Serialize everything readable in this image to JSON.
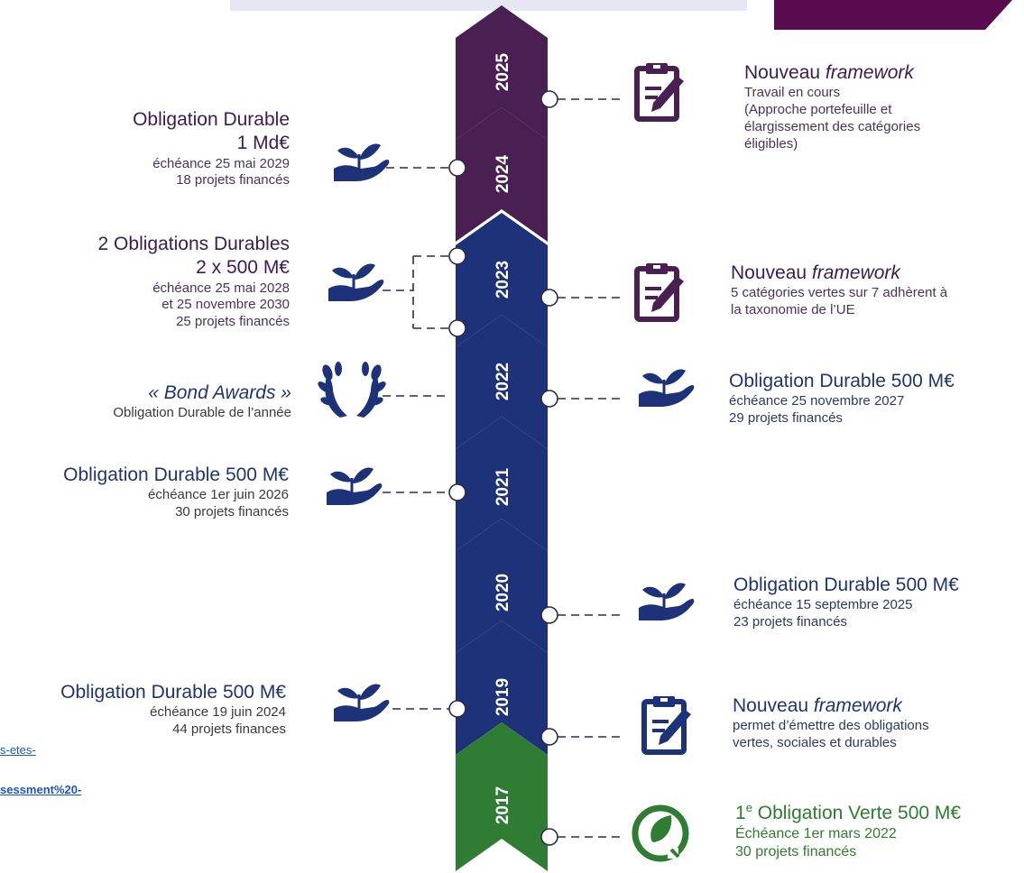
{
  "years": [
    "2025",
    "2024",
    "2023",
    "2022",
    "2021",
    "2020",
    "2019",
    "2017"
  ],
  "colors": {
    "purple": "#4a1f52",
    "blue": "#1d3278",
    "green": "#2f7d32",
    "dark_purple": "#5a0a4f",
    "top_bar": "#e7e6f3",
    "link": "#1a56c9"
  },
  "left": {
    "e2024": {
      "title": "Obligation Durable",
      "amount": "1 Md€",
      "line1": "échéance 25 mai 2029",
      "line2": "18 projets financés",
      "icon": "plant-hand-icon"
    },
    "e2023": {
      "title": "2 Obligations Durables",
      "amount": "2 x 500 M€",
      "line1": "échéance 25 mai 2028",
      "line2": "et 25 novembre 2030",
      "line3": "25 projets financés",
      "icon": "plant-hand-icon"
    },
    "e2022": {
      "title": "« Bond Awards »",
      "line1": "Obligation Durable de l’année",
      "icon": "laurel-wreath-icon"
    },
    "e2021": {
      "title": "Obligation Durable 500 M€",
      "line1": "échéance 1er juin 2026",
      "line2": "30 projets financés",
      "icon": "plant-hand-icon"
    },
    "e2019": {
      "title": "Obligation Durable 500 M€",
      "line1": "échéance 19 juin 2024",
      "line2": "44 projets finances",
      "icon": "plant-hand-icon"
    }
  },
  "right": {
    "e2025": {
      "title_plain": "Nouveau ",
      "title_italic": "framework",
      "line1": "Travail en cours",
      "line2": "(Approche portefeuille et",
      "line3": "élargissement des catégories",
      "line4": "éligibles)",
      "icon": "clipboard-edit-icon"
    },
    "e2023": {
      "title_plain": "Nouveau ",
      "title_italic": "framework",
      "line1": "5 catégories vertes sur 7 adhèrent à",
      "line2": "la taxonomie de l’UE",
      "icon": "clipboard-edit-icon"
    },
    "e2022": {
      "title": "Obligation Durable 500 M€",
      "line1": "échéance 25 novembre 2027",
      "line2": "29 projets financés",
      "icon": "plant-hand-icon"
    },
    "e2020": {
      "title": "Obligation Durable 500 M€",
      "line1": "échéance 15 septembre 2025",
      "line2": "23 projets financés",
      "icon": "plant-hand-icon"
    },
    "e2019": {
      "title_plain": "Nouveau ",
      "title_italic": "framework",
      "line1": "permet d’émettre des obligations",
      "line2": "vertes, sociales et durables",
      "icon": "clipboard-edit-icon"
    },
    "e2017": {
      "title_pre": "1",
      "title_sup": "e",
      "title_post": " Obligation Verte 500 M€",
      "line1": "Échéance 1er mars 2022",
      "line2": "30 projets financés",
      "icon": "green-energy-plug-icon"
    }
  },
  "links": {
    "l1": "s-etes-",
    "l2": "sessment%20-"
  }
}
